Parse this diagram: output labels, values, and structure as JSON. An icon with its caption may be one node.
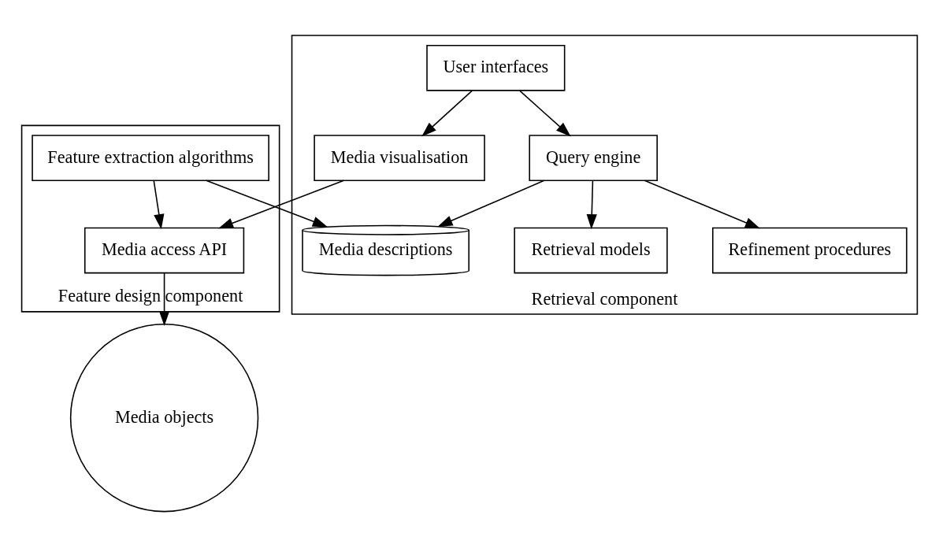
{
  "diagram": {
    "nodes": [
      {
        "text": [
          "Media objects"
        ]
      },
      {
        "text": [
          "Feature design component"
        ]
      },
      {
        "text": [
          "Media access API"
        ],
        "in": 1
      },
      {
        "text": [
          "Feature extraction algorithms"
        ],
        "in": 1
      },
      {
        "text": [
          "Retrieval component"
        ]
      },
      {
        "text": [
          "Media visualisation"
        ],
        "in": 4
      },
      {
        "text": [
          "User interfaces"
        ],
        "in": 4
      },
      {
        "text": [
          "Media descriptions"
        ],
        "in": 4
      },
      {
        "text": [
          "Query engine"
        ],
        "in": 4
      },
      {
        "text": [
          "Retrieval models"
        ],
        "in": 4
      },
      {
        "text": [
          "Refinement procedures"
        ],
        "in": 4
      }
    ],
    "edges": [
      {
        "from": 2,
        "to": 0,
        "arrow": "to"
      },
      {
        "from": 3,
        "to": 2,
        "arrow": "to"
      },
      {
        "from": 5,
        "to": 2,
        "arrow": "to"
      },
      {
        "from": 6,
        "to": 5,
        "arrow": "to"
      },
      {
        "from": 6,
        "to": 8,
        "arrow": "to"
      },
      {
        "from": 3,
        "to": 7,
        "arrow": "to"
      },
      {
        "from": 8,
        "to": 7,
        "arrow": "to"
      },
      {
        "from": 8,
        "to": 9,
        "arrow": "to"
      },
      {
        "from": 8,
        "to": 10,
        "arrow": "to"
      }
    ]
  }
}
